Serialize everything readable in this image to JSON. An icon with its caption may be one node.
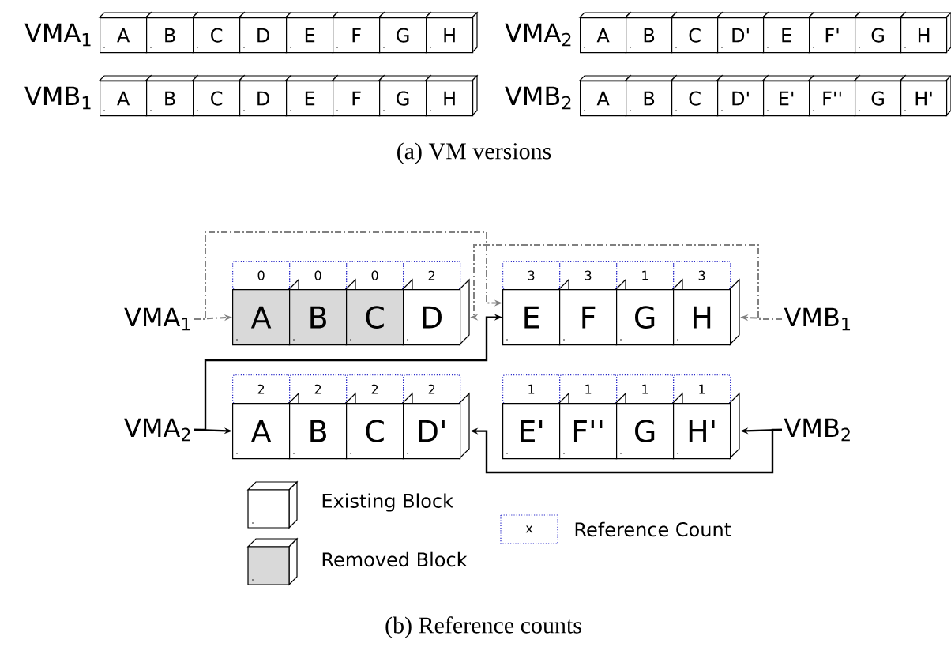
{
  "diagram": {
    "nodes": [
      {
        "text": [
          "A"
        ]
      },
      {
        "text": [
          "B"
        ]
      },
      {
        "text": [
          "C"
        ]
      },
      {
        "text": [
          "D"
        ]
      },
      {
        "text": [
          "E"
        ]
      },
      {
        "text": [
          "F"
        ]
      },
      {
        "text": [
          "G"
        ]
      },
      {
        "text": [
          "H"
        ]
      },
      {
        "text": [
          "A"
        ]
      },
      {
        "text": [
          "B"
        ]
      },
      {
        "text": [
          "C"
        ]
      },
      {
        "text": [
          "D'"
        ]
      },
      {
        "text": [
          "E"
        ]
      },
      {
        "text": [
          "F'"
        ]
      },
      {
        "text": [
          "G"
        ]
      },
      {
        "text": [
          "H"
        ]
      },
      {
        "text": [
          "A"
        ]
      },
      {
        "text": [
          "B"
        ]
      },
      {
        "text": [
          "C"
        ]
      },
      {
        "text": [
          "D"
        ]
      },
      {
        "text": [
          "E"
        ]
      },
      {
        "text": [
          "F"
        ]
      },
      {
        "text": [
          "G"
        ]
      },
      {
        "text": [
          "H"
        ]
      },
      {
        "text": [
          "A"
        ]
      },
      {
        "text": [
          "B"
        ]
      },
      {
        "text": [
          "C"
        ]
      },
      {
        "text": [
          "D'"
        ]
      },
      {
        "text": [
          "E'"
        ]
      },
      {
        "text": [
          "F''"
        ]
      },
      {
        "text": [
          "G"
        ]
      },
      {
        "text": [
          "H'"
        ]
      },
      {
        "text": [
          "VMA$_{1}$"
        ]
      },
      {
        "text": [
          "0"
        ]
      },
      {
        "text": [
          "0"
        ]
      },
      {
        "text": [
          "0"
        ]
      },
      {
        "text": [
          "2"
        ]
      },
      {
        "text": [
          "3"
        ]
      },
      {
        "text": [
          "3"
        ]
      },
      {
        "text": [
          "1"
        ]
      },
      {
        "text": [
          "3"
        ]
      },
      {
        "text": [
          "A"
        ]
      },
      {
        "text": [
          "B"
        ]
      },
      {
        "text": [
          "C"
        ]
      },
      {
        "text": [
          "D"
        ]
      },
      {
        "text": [
          "E"
        ]
      },
      {
        "text": [
          "F"
        ]
      },
      {
        "text": [
          "G"
        ]
      },
      {
        "text": [
          "H"
        ]
      },
      {
        "text": [
          "VMB$_{1}$"
        ]
      },
      {
        "text": [
          "VMA$_{2}$"
        ]
      },
      {
        "text": [
          "2"
        ]
      },
      {
        "text": [
          "2"
        ]
      },
      {
        "text": [
          "2"
        ]
      },
      {
        "text": [
          "2"
        ]
      },
      {
        "text": [
          "1"
        ]
      },
      {
        "text": [
          "1"
        ]
      },
      {
        "text": [
          "1"
        ]
      },
      {
        "text": [
          "1"
        ]
      },
      {
        "text": [
          "A"
        ]
      },
      {
        "text": [
          "B"
        ]
      },
      {
        "text": [
          "C"
        ]
      },
      {
        "text": [
          "D'"
        ]
      },
      {
        "text": [
          "E'"
        ]
      },
      {
        "text": [
          "F''"
        ]
      },
      {
        "text": [
          "G"
        ]
      },
      {
        "text": [
          "H'"
        ]
      },
      {
        "text": [
          "VMB$_{2}$"
        ]
      }
    ],
    "edges": [
      {
        "from": 32,
        "to": 41,
        "arrow": "to",
        "style": "dashed",
        "color": "#808080"
      },
      {
        "from": 32,
        "to": 45,
        "arrow": "to",
        "style": "dashed",
        "color": "#808080"
      },
      {
        "from": 49,
        "to": 48,
        "arrow": "to",
        "style": "dashed",
        "color": "#808080"
      },
      {
        "from": 49,
        "to": 44,
        "arrow": "to",
        "style": "dashed",
        "color": "#808080"
      },
      {
        "from": 50,
        "to": 59,
        "arrow": "to",
        "color": "#000000"
      },
      {
        "from": 50,
        "to": 45,
        "arrow": "to",
        "color": "#000000"
      },
      {
        "from": 67,
        "to": 66,
        "arrow": "to",
        "color": "#000000"
      },
      {
        "from": 67,
        "to": 62,
        "arrow": "to",
        "color": "#000000"
      }
    ],
    "labels": [
      "VMA$_{1}$",
      "VMA$_{2}$",
      "VMB$_{1}$",
      "VMB$_{2}$",
      "(a) VM versions",
      "x",
      "(b) Reference counts"
    ],
    "legend": [
      {
        "text": "Existing Block"
      },
      {
        "text": "Removed Block",
        "color": "#d9d9d9"
      },
      {
        "text": "Reference Count"
      }
    ]
  }
}
